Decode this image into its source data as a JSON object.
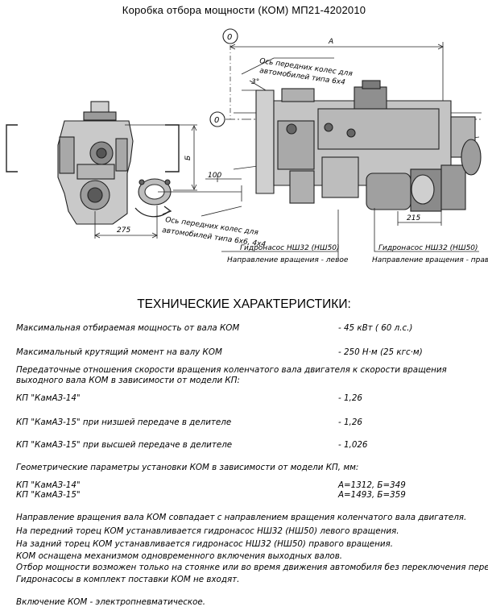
{
  "document": {
    "title": "Коробка отбора мощности (КОМ) МП21-4202010"
  },
  "drawing": {
    "circle_labels": [
      "0",
      "0"
    ],
    "top_axis_label_1": "Ось передних колес для",
    "top_axis_label_2": "автомобилей типа 6х4",
    "angle_label": "3°",
    "dim_b": "Б",
    "dim_a": "А",
    "dim_100": "100",
    "dim_275": "275",
    "dim_215": "215",
    "bottom_axis_label_1": "Ось передних колес для",
    "bottom_axis_label_2": "автомобилей типа 6х6, 4х4",
    "pump_left_name": "Гидронасос НШ32 (НШ50)",
    "pump_left_dir": "Направление вращения - левое",
    "pump_right_name": "Гидронасос НШ32 (НШ50)",
    "pump_right_dir": "Направление вращения - правое"
  },
  "specs": {
    "title": "ТЕХНИЧЕСКИЕ ХАРАКТЕРИСТИКИ:",
    "max_power_label": "Максимальная отбираемая мощность от вала КОМ",
    "max_power_value": "- 45 кВт ( 60 л.с.)",
    "max_torque_label": "Максимальный крутящий момент на валу КОМ",
    "max_torque_value": "- 250 Н·м (25 кгс·м)",
    "ratio_intro_1": "Передаточные отношения скорости вращения коленчатого вала двигателя к скорости вращения",
    "ratio_intro_2": "выходного вала КОМ в зависимости от модели КП:",
    "kp14_label": "КП \"КамАЗ-14\"",
    "kp14_value": "- 1,26",
    "kp15_low_label": "КП \"КамАЗ-15\" при низшей передаче в делителе",
    "kp15_low_value": "- 1,26",
    "kp15_high_label": "КП \"КамАЗ-15\" при  высшей передаче в делителе",
    "kp15_high_value": "- 1,026",
    "geom_intro": "Геометрические параметры установки КОМ в зависимости от модели КП, мм:",
    "geom_kp14_label": "КП \"КамАЗ-14\"",
    "geom_kp14_value": "А=1312,  Б=349",
    "geom_kp15_label": "КП \"КамАЗ-15\"",
    "geom_kp15_value": "А=1493,  Б=359"
  },
  "notes": [
    "Направление вращения вала  КОМ  совпадает с направлением вращения коленчатого вала двигателя.",
    "На передний торец  КОМ  устанавливается  гидронасос  НШ32  (НШ50)  левого вращения.",
    "На задний торец  КОМ  устанавливается  гидронасос  НШ32  (НШ50)  правого вращения.",
    "КОМ оснащена механизмом одновременного включения выходных валов.",
    "Отбор мощности возможен только на стоянке или во время движения автомобиля без переключения передач.",
    "Гидронасосы в комплект поставки  КОМ  не входят.",
    "Включение КОМ - электропневматическое."
  ]
}
